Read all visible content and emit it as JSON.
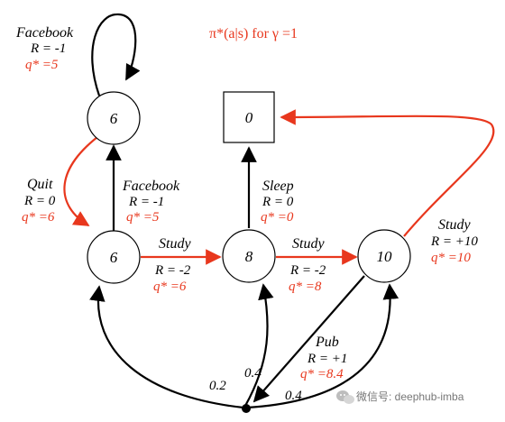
{
  "title": "π*(a|s) for γ =1",
  "states": {
    "facebook_state": "6",
    "class1": "6",
    "class2": "8",
    "class3": "10",
    "sleep": "0"
  },
  "edges": {
    "facebook_loop": {
      "action": "Facebook",
      "reward": "R = -1",
      "q": "q* =5"
    },
    "quit": {
      "action": "Quit",
      "reward": "R = 0",
      "q": "q* =6"
    },
    "facebook_up": {
      "action": "Facebook",
      "reward": "R = -1",
      "q": "q* =5"
    },
    "study1": {
      "action": "Study",
      "reward": "R = -2",
      "q": "q* =6"
    },
    "sleep": {
      "action": "Sleep",
      "reward": "R = 0",
      "q": "q* =0"
    },
    "study2": {
      "action": "Study",
      "reward": "R = -2",
      "q": "q* =8"
    },
    "study3": {
      "action": "Study",
      "reward": "R = +10",
      "q": "q* =10"
    },
    "pub": {
      "action": "Pub",
      "reward": "R = +1",
      "q": "q* =8.4"
    }
  },
  "probabilities": {
    "to_class1": "0.2",
    "to_class2": "0.4",
    "to_class3": "0.4"
  },
  "watermark": "微信号: deephub-imba",
  "colors": {
    "optimal": "#e8371d",
    "default": "#000000"
  },
  "icons": {
    "watermark_icon": "wechat-icon"
  }
}
